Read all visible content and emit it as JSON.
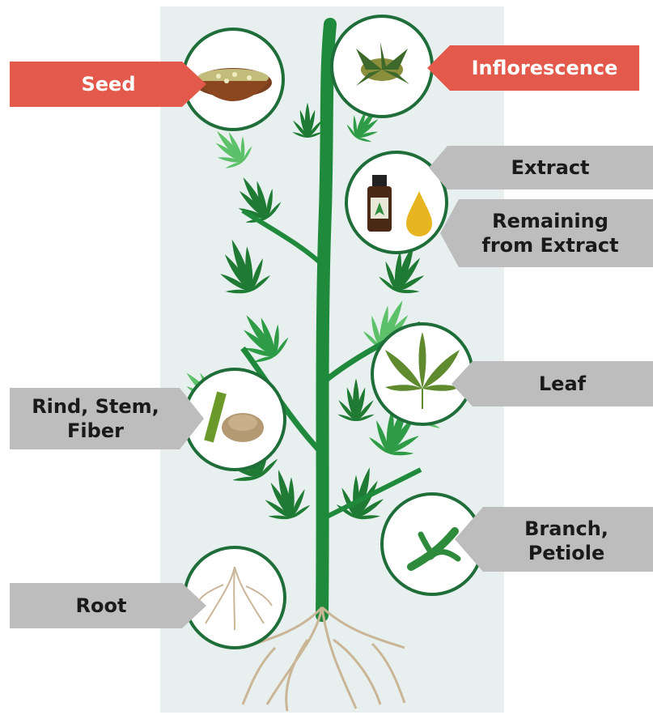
{
  "colors": {
    "background_panel": "#e7f0ee",
    "stem": "#1f8a3c",
    "leaf_dark": "#1f7a34",
    "leaf_mid": "#2e9c46",
    "leaf_light": "#5cc168",
    "circle_ring": "#1f6e3a",
    "root": "#cbb597",
    "label_highlight": "#e35a4c",
    "label_plain": "#bdbdbd",
    "text_dark": "#1a1a1a",
    "text_light": "#ffffff"
  },
  "parts": [
    {
      "id": "seed",
      "label_lines": [
        "Seed"
      ],
      "icon": "seed-bowl-icon",
      "style": "highlight"
    },
    {
      "id": "inflorescence",
      "label_lines": [
        "Inflorescence"
      ],
      "icon": "inflorescence-icon",
      "style": "highlight"
    },
    {
      "id": "extract",
      "label_lines": [
        "Extract"
      ],
      "icon": "extract-bottle-icon",
      "style": "plain"
    },
    {
      "id": "remaining",
      "label_lines": [
        "Remaining",
        "from Extract"
      ],
      "icon": "oil-drop-icon",
      "style": "plain"
    },
    {
      "id": "leaf",
      "label_lines": [
        "Leaf"
      ],
      "icon": "leaf-icon",
      "style": "plain"
    },
    {
      "id": "rind",
      "label_lines": [
        "Rind, Stem,",
        "Fiber"
      ],
      "icon": "fiber-icon",
      "style": "plain"
    },
    {
      "id": "branch",
      "label_lines": [
        "Branch,",
        "Petiole"
      ],
      "icon": "branch-icon",
      "style": "plain"
    },
    {
      "id": "root",
      "label_lines": [
        "Root"
      ],
      "icon": "root-icon",
      "style": "plain"
    }
  ]
}
